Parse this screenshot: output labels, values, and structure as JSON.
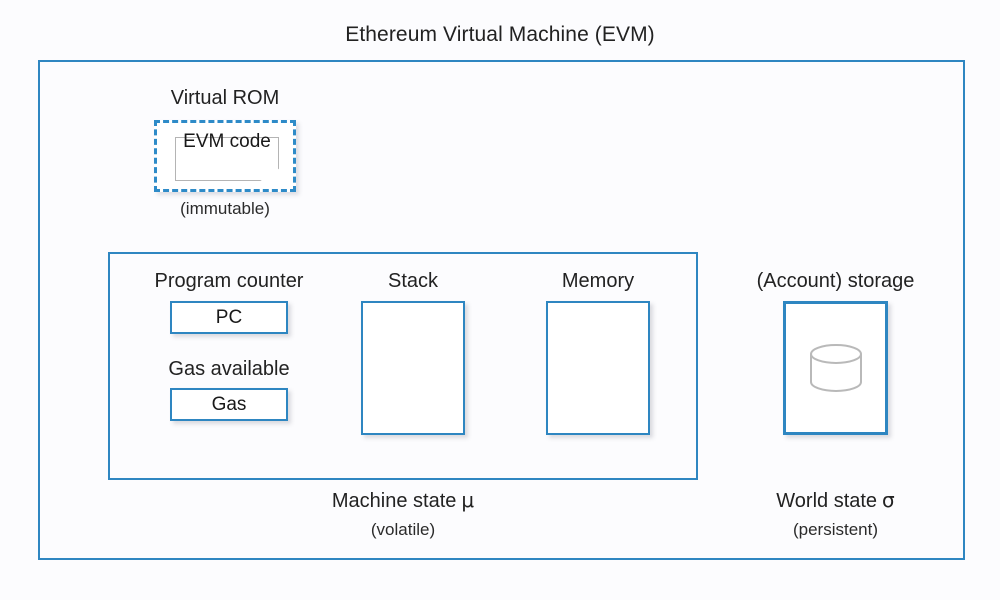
{
  "diagram": {
    "title": "Ethereum Virtual Machine (EVM)",
    "accent_color": "#2e86c1",
    "dashed_border_color": "#2e8bc8",
    "background_color": "#fcfcfe"
  },
  "virtual_rom": {
    "label": "Virtual ROM",
    "code_box_label": "EVM code",
    "sub_label": "(immutable)"
  },
  "machine_state": {
    "caption": "Machine state",
    "caption_symbol": "μ",
    "sub_label": "(volatile)",
    "program_counter": {
      "label": "Program counter",
      "box_value": "PC"
    },
    "gas": {
      "label": "Gas available",
      "box_value": "Gas"
    },
    "stack": {
      "label": "Stack",
      "box_value": ""
    },
    "memory": {
      "label": "Memory",
      "box_value": ""
    }
  },
  "world_state": {
    "storage_label": "(Account) storage",
    "caption": "World state",
    "caption_symbol": "σ",
    "sub_label": "(persistent)",
    "icon": "database-cylinder-icon"
  }
}
